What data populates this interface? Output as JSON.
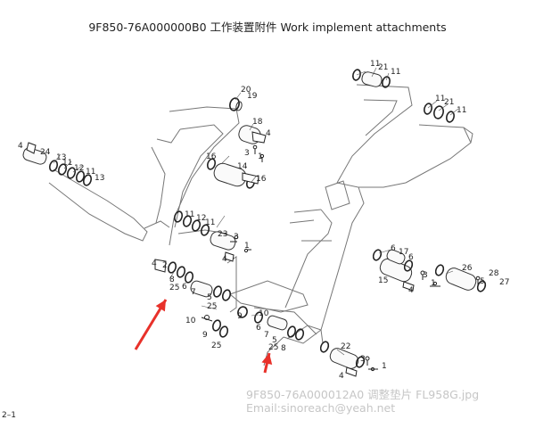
{
  "title": "9F850-76A000000B0   工作装置附件   Work implement attachments",
  "page_number": "2–1",
  "watermark_file": "9F850-76A000012A0 调整垫片 FL958G.jpg",
  "watermark_email": "Email:sinoreach@yeah.net",
  "arrow_color": "#e8312a",
  "callouts": [
    {
      "id": "c1",
      "text": "11"
    },
    {
      "id": "c2",
      "text": "21"
    },
    {
      "id": "c3",
      "text": "11"
    },
    {
      "id": "c4",
      "text": "11"
    },
    {
      "id": "c5",
      "text": "21"
    },
    {
      "id": "c6",
      "text": "11"
    },
    {
      "id": "c7",
      "text": "20"
    },
    {
      "id": "c8",
      "text": "19"
    },
    {
      "id": "c9",
      "text": "18"
    },
    {
      "id": "c10",
      "text": "4"
    },
    {
      "id": "c11",
      "text": "3"
    },
    {
      "id": "c12",
      "text": "1"
    },
    {
      "id": "c13",
      "text": "16"
    },
    {
      "id": "c14",
      "text": "14"
    },
    {
      "id": "c15",
      "text": "16"
    },
    {
      "id": "c16",
      "text": "4"
    },
    {
      "id": "c17",
      "text": "24"
    },
    {
      "id": "c18",
      "text": "13"
    },
    {
      "id": "c19",
      "text": "11"
    },
    {
      "id": "c20",
      "text": "12"
    },
    {
      "id": "c21",
      "text": "11"
    },
    {
      "id": "c22",
      "text": "13"
    },
    {
      "id": "c23",
      "text": "11"
    },
    {
      "id": "c24",
      "text": "12"
    },
    {
      "id": "c25",
      "text": "11"
    },
    {
      "id": "c26",
      "text": "23"
    },
    {
      "id": "c27",
      "text": "3"
    },
    {
      "id": "c28",
      "text": "4"
    },
    {
      "id": "c29",
      "text": "1"
    },
    {
      "id": "c30",
      "text": "6"
    },
    {
      "id": "c31",
      "text": "17"
    },
    {
      "id": "c32",
      "text": "6"
    },
    {
      "id": "c33",
      "text": "15"
    },
    {
      "id": "c34",
      "text": "4"
    },
    {
      "id": "c35",
      "text": "3"
    },
    {
      "id": "c36",
      "text": "1"
    },
    {
      "id": "c37",
      "text": "26"
    },
    {
      "id": "c38",
      "text": "28"
    },
    {
      "id": "c39",
      "text": "5"
    },
    {
      "id": "c40",
      "text": "27"
    },
    {
      "id": "c41",
      "text": "4"
    },
    {
      "id": "c42",
      "text": "2"
    },
    {
      "id": "c43",
      "text": "8"
    },
    {
      "id": "c44",
      "text": "25"
    },
    {
      "id": "c45",
      "text": "6"
    },
    {
      "id": "c46",
      "text": "7"
    },
    {
      "id": "c47",
      "text": "5"
    },
    {
      "id": "c48",
      "text": "25"
    },
    {
      "id": "c49",
      "text": "9"
    },
    {
      "id": "c50",
      "text": "10"
    },
    {
      "id": "c51",
      "text": "10"
    },
    {
      "id": "c52",
      "text": "9"
    },
    {
      "id": "c53",
      "text": "25"
    },
    {
      "id": "c54",
      "text": "6"
    },
    {
      "id": "c55",
      "text": "7"
    },
    {
      "id": "c56",
      "text": "5"
    },
    {
      "id": "c57",
      "text": "8"
    },
    {
      "id": "c58",
      "text": "25"
    },
    {
      "id": "c59",
      "text": "22"
    },
    {
      "id": "c60",
      "text": "3"
    },
    {
      "id": "c61",
      "text": "1"
    },
    {
      "id": "c62",
      "text": "4"
    }
  ]
}
